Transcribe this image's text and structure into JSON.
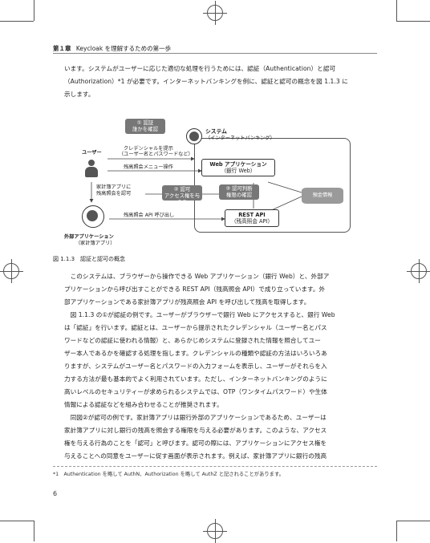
{
  "header": {
    "chapter_mark": "第１章",
    "chapter_title": "Keycloak を理解するための第一歩"
  },
  "intro": [
    "います。システムがユーザーに応じた適切な処理を行うためには、認証（Authentication）と認可",
    "（Authorization）*1 が必要です。インターネットバンキングを例に、認証と認可の概念を図 1.1.3 に",
    "示します。"
  ],
  "diagram": {
    "system_label": "システム",
    "system_sub": "（インターネットバンキング）",
    "auth_bubble_title": "① 認証",
    "auth_bubble_sub": "誰かを確認",
    "user_label": "ユーザー",
    "cred_label_1": "クレデンシャルを提示",
    "cred_label_2": "（ユーザー名とパスワードなど）",
    "menu_label": "残高照会メニュー操作",
    "web_app_title": "Web アプリケーション",
    "web_app_sub": "（銀行 Web）",
    "consent_label_1": "家計簿アプリに",
    "consent_label_2": "残高照会を認可",
    "authz_bubble_title": "② 認可",
    "authz_bubble_sub": "アクセス権を与える",
    "judge_bubble_title": "③ 認可判断",
    "judge_bubble_sub": "権限の確認",
    "db_label": "預金情報",
    "api_call_label": "残高照会 API 呼び出し",
    "rest_api_title": "REST API",
    "rest_api_sub": "（残高照会 API）",
    "ext_app_title": "外部アプリケーション",
    "ext_app_sub": "（家計簿アプリ）"
  },
  "figure_caption": "図 1.1.3　認証と認可の概念",
  "body": [
    "　このシステムは、ブラウザーから操作できる Web アプリケーション（銀行 Web）と、外部ア",
    "プリケーションから呼び出すことができる REST API（残高照会 API）で成り立っています。外",
    "部アプリケーションである家計簿アプリが残高照会 API を呼び出して残高を取得します。",
    "　図 1.1.3 の①が認証の例です。ユーザーがブラウザーで銀行 Web にアクセスすると、銀行 Web",
    "は「認証」を行います。認証とは、ユーザーから提示されたクレデンシャル（ユーザー名とパス",
    "ワードなどの認証に使われる情報）と、あらかじめシステムに登録された情報を照合してユー",
    "ザー本人であるかを確認する処理を指します。クレデンシャルの種類や認証の方法はいろいろあ",
    "りますが、システムがユーザー名とパスワードの入力フォームを表示し、ユーザーがそれらを入",
    "力する方法が最も基本的でよく利用されています。ただし、インターネットバンキングのように",
    "高いレベルのセキュリティーが求められるシステムでは、OTP（ワンタイムパスワード）や生体",
    "情報による認証などを組み合わせることが推奨されます。",
    "　同図②が認可の例です。家計簿アプリは銀行外部のアプリケーションであるため、ユーザーは",
    "家計簿アプリに対し銀行の残高を照会する権限を与える必要があります。このような、アクセス",
    "権を与える行為のことを「認可」と呼びます。認可の際には、アプリケーションにアクセス権を",
    "与えることへの同意をユーザーに促す画面が表示されます。例えば、家計簿アプリに銀行の残高"
  ],
  "footnote": "*1　Authentication を略して AuthN、Authorization を略して AuthZ と記されることがあります。",
  "page_number": "6"
}
